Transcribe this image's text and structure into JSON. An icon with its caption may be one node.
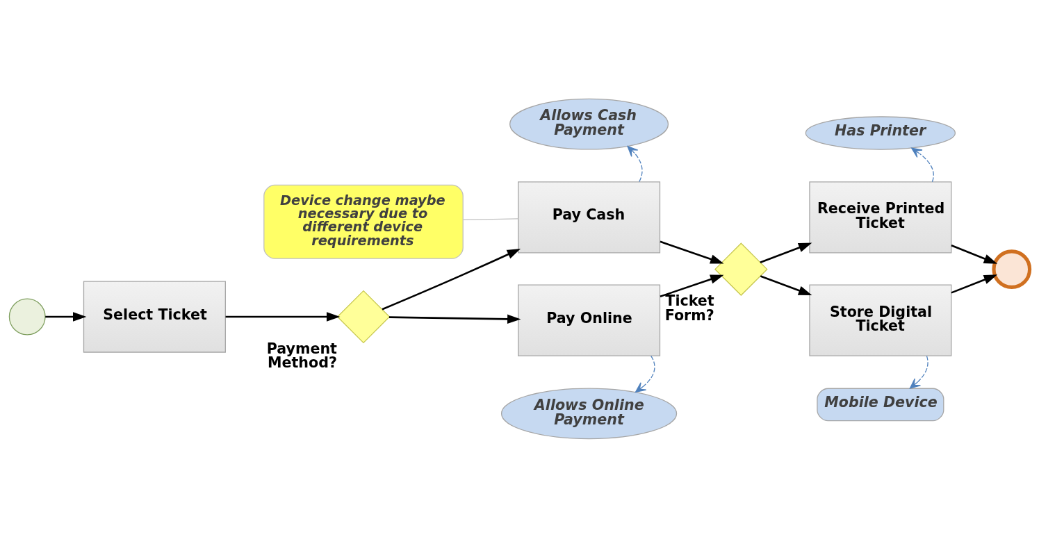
{
  "diagram": {
    "nodes": [
      {
        "text": [],
        "shape": "circle"
      },
      {
        "text": [
          "Select Ticket"
        ]
      },
      {
        "text": [],
        "shape": "diamond",
        "beside": [
          "Payment Method?"
        ]
      },
      {
        "text": [
          "Pay Cash"
        ]
      },
      {
        "text": [
          "Pay Online"
        ]
      },
      {
        "text": [
          "Allows Cash Payment"
        ]
      },
      {
        "text": [
          "Allows Online Payment"
        ]
      },
      {
        "text": [],
        "shape": "diamond",
        "beside": [
          "Ticket Form?"
        ]
      },
      {
        "text": [
          "Receive Printed Ticket"
        ]
      },
      {
        "text": [
          "Store Digital Ticket"
        ]
      },
      {
        "text": [
          "Has Printer"
        ]
      },
      {
        "text": [
          "Mobile Device"
        ]
      },
      {
        "text": [],
        "shape": "circle"
      },
      {
        "text": [
          "Device change maybe necessary due to different device requirements"
        ]
      }
    ],
    "edges": [
      {
        "from": 0,
        "to": 1,
        "arrow": "to"
      },
      {
        "from": 1,
        "to": 2,
        "arrow": "to"
      },
      {
        "from": 2,
        "to": 3,
        "arrow": "to"
      },
      {
        "from": 2,
        "to": 4,
        "arrow": "to"
      },
      {
        "from": 3,
        "to": 7,
        "arrow": "to"
      },
      {
        "from": 4,
        "to": 7,
        "arrow": "to"
      },
      {
        "from": 7,
        "to": 8,
        "arrow": "to"
      },
      {
        "from": 7,
        "to": 9,
        "arrow": "to"
      },
      {
        "from": 8,
        "to": 12,
        "arrow": "to"
      },
      {
        "from": 9,
        "to": 12,
        "arrow": "to"
      },
      {
        "from": 3,
        "to": 5,
        "arrow": "to",
        "style": "dashed",
        "color": "#4f81bd"
      },
      {
        "from": 4,
        "to": 6,
        "arrow": "to",
        "style": "dashed",
        "color": "#4f81bd"
      },
      {
        "from": 8,
        "to": 10,
        "arrow": "to",
        "style": "dashed",
        "color": "#4f81bd"
      },
      {
        "from": 9,
        "to": 11,
        "arrow": "to",
        "style": "dashed",
        "color": "#4f81bd"
      },
      {
        "from": 13,
        "to": 3,
        "arrow": "none",
        "color": "#c0c0c0"
      }
    ]
  }
}
